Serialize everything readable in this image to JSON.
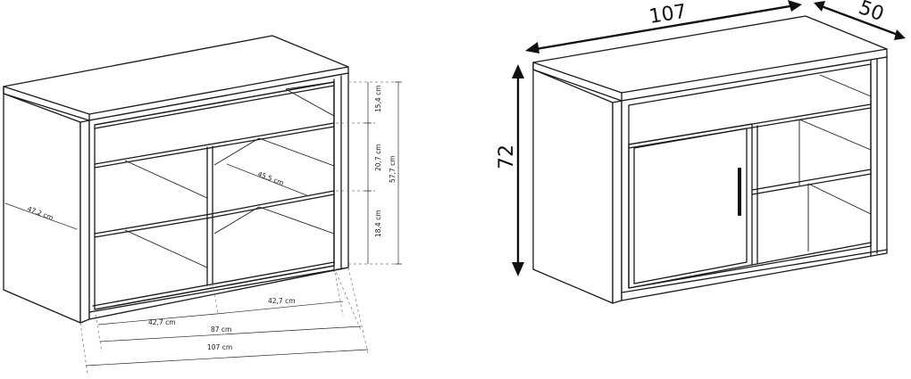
{
  "left_view": {
    "dimensions": {
      "compartment_height_top": "15,4 cm",
      "compartment_height_middle": "20,7 cm",
      "compartment_height_bottom": "18,4 cm",
      "inner_height_total": "57,7 cm",
      "shelf_depth": "45,5 cm",
      "side_depth": "47,2 cm",
      "compartment_width_left": "42,7 cm",
      "compartment_width_right": "42,7 cm",
      "inner_width": "87 cm",
      "total_width": "107 cm"
    }
  },
  "right_view": {
    "dimensions": {
      "width": "107",
      "depth": "50",
      "height": "72"
    }
  },
  "colors": {
    "line": "#1a1a1a",
    "background": "#ffffff"
  }
}
